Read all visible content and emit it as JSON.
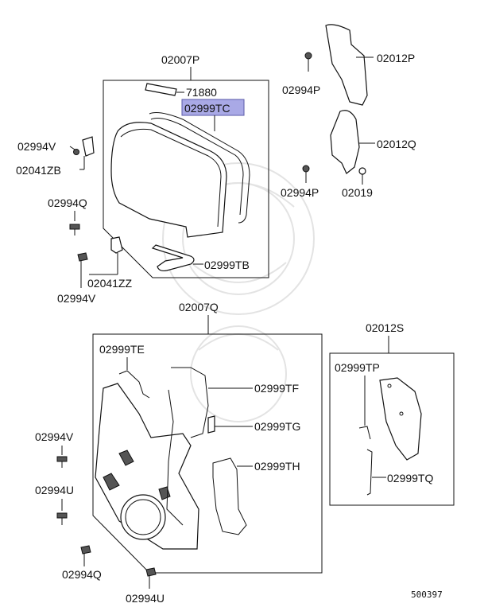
{
  "assemblies": {
    "upper_cover": "02007P",
    "lower_cover": "02007Q",
    "rear_plate_set": "02012S"
  },
  "parts": {
    "p71880": "71880",
    "p02999TC": "02999TC",
    "p02994V_a": "02994V",
    "p02041ZB": "02041ZB",
    "p02994Q_a": "02994Q",
    "p02041ZZ": "02041ZZ",
    "p02994V_b": "02994V",
    "p02999TB": "02999TB",
    "p02012P": "02012P",
    "p02994P_a": "02994P",
    "p02012Q": "02012Q",
    "p02994P_b": "02994P",
    "p02019": "02019",
    "p02999TE": "02999TE",
    "p02999TF": "02999TF",
    "p02999TG": "02999TG",
    "p02999TH": "02999TH",
    "p02994V_c": "02994V",
    "p02994U_a": "02994U",
    "p02994Q_b": "02994Q",
    "p02994U_b": "02994U",
    "p02999TP": "02999TP",
    "p02999TQ": "02999TQ"
  },
  "highlighted_part": "02999TC",
  "highlight_color": "#a9a9e6",
  "diagram_id": "500397"
}
